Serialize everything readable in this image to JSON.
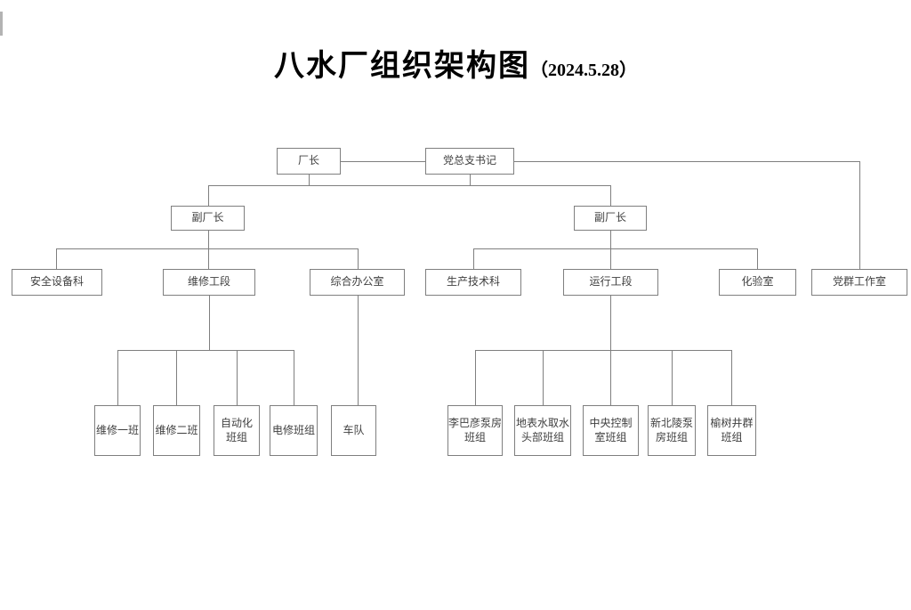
{
  "title": {
    "main": "八水厂组织架构图",
    "date": "（2024.5.28）"
  },
  "nodes": {
    "director": "厂长",
    "party_secretary": "党总支书记",
    "deputy_director_left": "副厂长",
    "deputy_director_right": "副厂长",
    "safety_equipment_dept": "安全设备科",
    "maintenance_section": "维修工段",
    "general_office": "综合办公室",
    "production_tech_dept": "生产技术科",
    "operation_section": "运行工段",
    "laboratory": "化验室",
    "party_mass_office": "党群工作室",
    "maintenance_team_1": "维修一班",
    "maintenance_team_2": "维修二班",
    "automation_team": "自动化\n班组",
    "electrical_repair_team": "电修班组",
    "motor_pool": "车队",
    "libayan_pump_house_team": "李巴彦泵房\n班组",
    "surface_water_intake_team": "地表水取水\n头部班组",
    "central_control_room_team": "中央控制\n室班组",
    "xinbeiling_pump_house_team": "新北陵泵\n房班组",
    "yushu_well_cluster_team": "榆树井群\n班组"
  },
  "colors": {
    "connector_line": "#7f7f7f",
    "node_border": "#7f7f7f",
    "node_text": "#3f3f3f",
    "title_text": "#000000",
    "background": "#ffffff"
  }
}
